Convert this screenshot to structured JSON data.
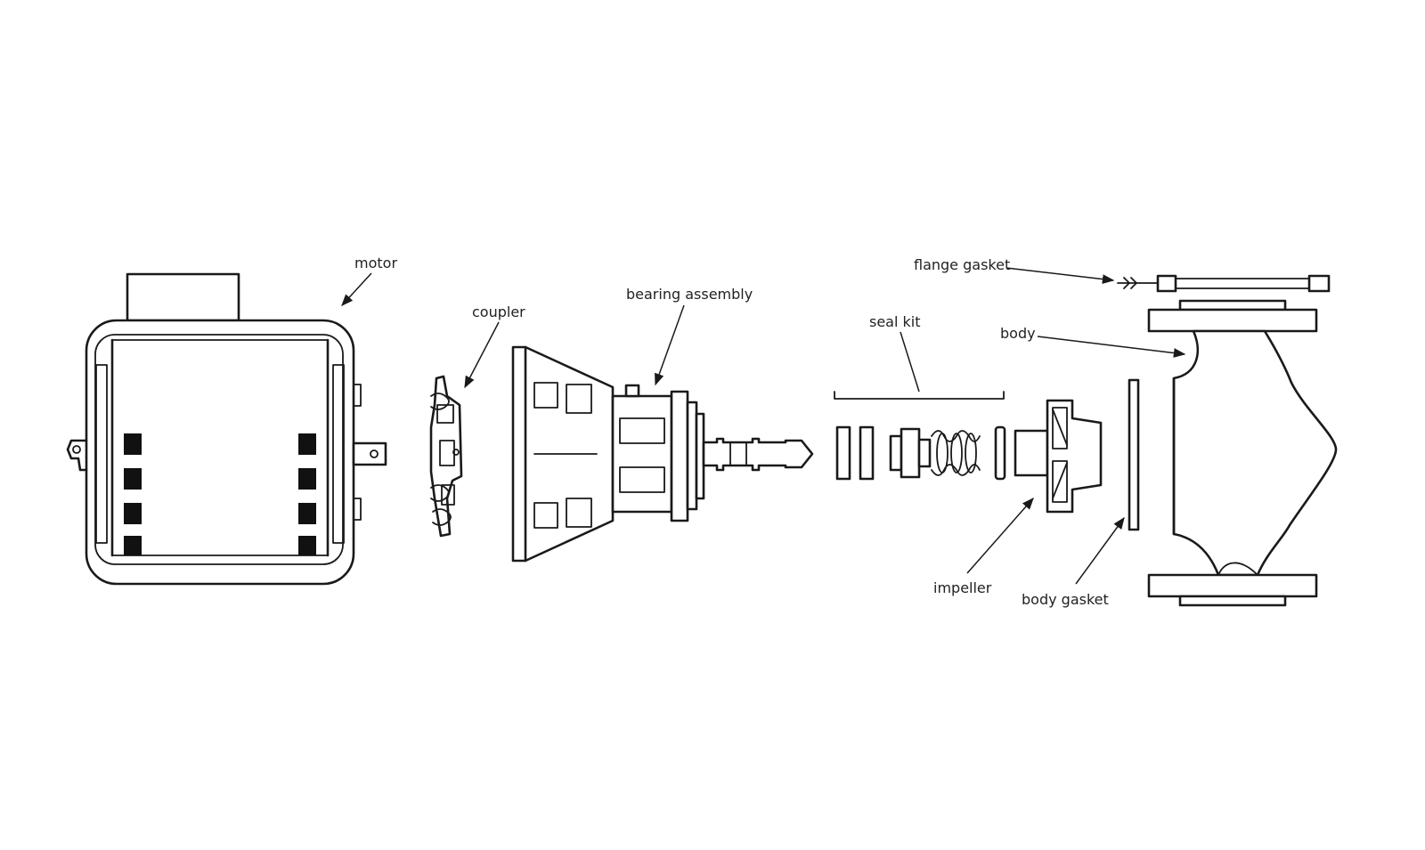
{
  "labels": {
    "motor": "motor",
    "coupler": "coupler",
    "bearing_assembly": "bearing assembly",
    "seal_kit": "seal kit",
    "flange_gasket": "flange gasket",
    "body": "body",
    "impeller": "impeller",
    "body_gasket": "body gasket"
  },
  "colors": {
    "line": "#1a1a1a",
    "label_text": "#222222",
    "background": "#ffffff"
  }
}
